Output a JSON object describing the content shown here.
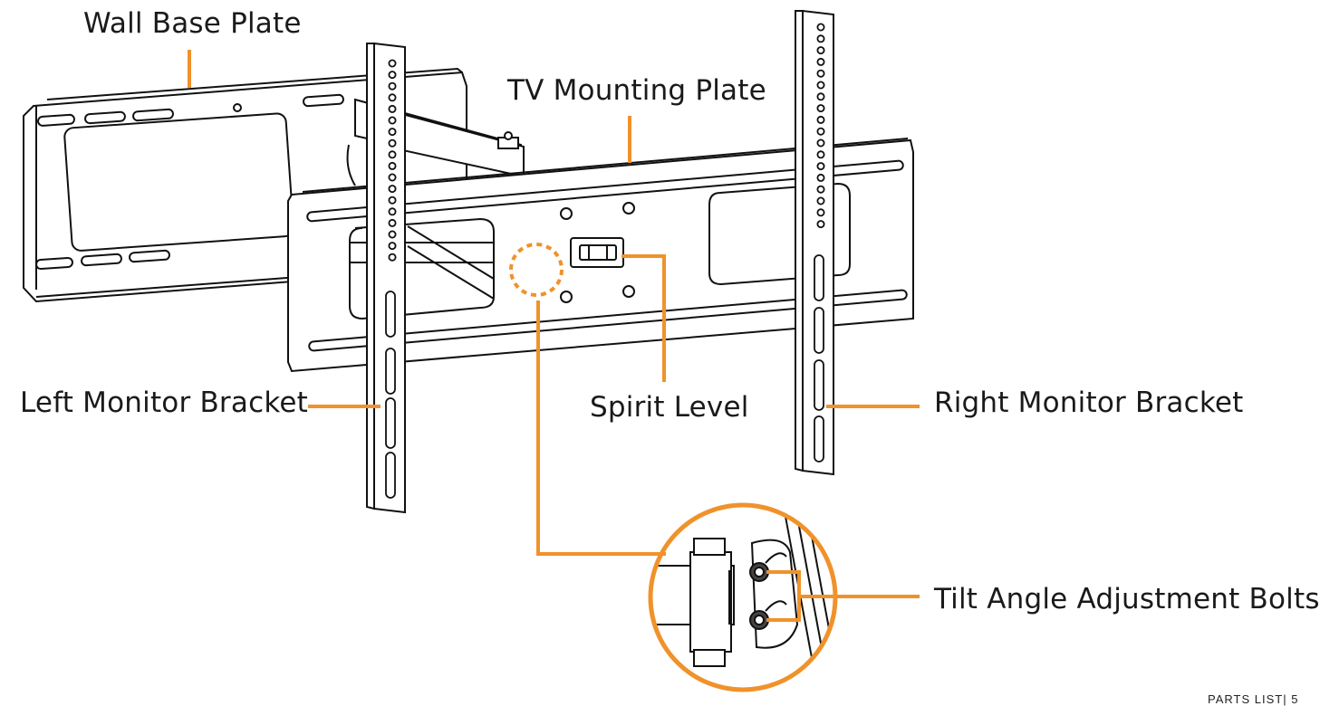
{
  "labels": {
    "wall_base_plate": "Wall Base Plate",
    "tv_mounting_plate": "TV Mounting Plate",
    "left_monitor_bracket": "Left Monitor Bracket",
    "spirit_level": "Spirit Level",
    "right_monitor_bracket": "Right Monitor Bracket",
    "tilt_angle_adjustment_bolts": "Tilt Angle Adjustment Bolts"
  },
  "footer": {
    "text": "PARTS LIST| 5"
  },
  "colors": {
    "accent": "#F0922B",
    "ink": "#111111"
  }
}
